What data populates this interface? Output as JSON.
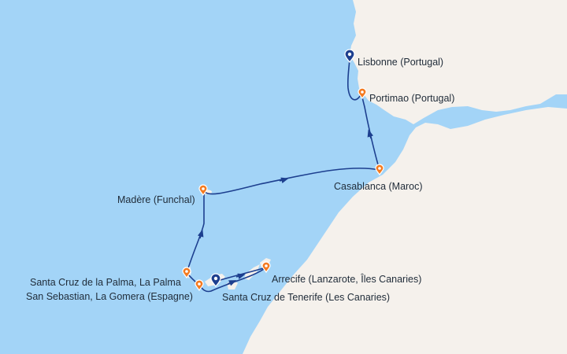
{
  "map": {
    "colors": {
      "sea": "#a3d4f7",
      "land": "#f5f1ec",
      "route": "#1d3f8f",
      "port_marker": "#f47a20",
      "home_marker": "#1d3f8f"
    },
    "ports": [
      {
        "id": "lisbonne",
        "label": "Lisbonne (Portugal)",
        "marker": "home"
      },
      {
        "id": "portimao",
        "label": "Portimao (Portugal)",
        "marker": "port"
      },
      {
        "id": "casablanca",
        "label": "Casablanca (Maroc)",
        "marker": "port"
      },
      {
        "id": "madere",
        "label": "Madère (Funchal)",
        "marker": "port"
      },
      {
        "id": "palma",
        "label": "Santa Cruz de la Palma, La Palma",
        "marker": "port"
      },
      {
        "id": "gomera",
        "label": "San Sebastian, La Gomera (Espagne)",
        "marker": "port"
      },
      {
        "id": "arrecife",
        "label": "Arrecife (Lanzarote, Îles Canaries)",
        "marker": "port"
      },
      {
        "id": "tenerife",
        "label": "Santa Cruz de Tenerife (Les Canaries)",
        "marker": "home"
      }
    ]
  }
}
